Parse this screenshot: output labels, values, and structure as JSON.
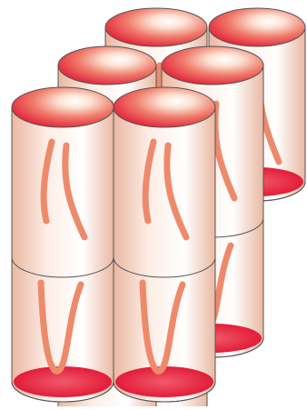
{
  "figure": {
    "subject": "",
    "colors": {
      "body_light": "#fdeee6",
      "body_shade": "#e9b8a2",
      "cap_red": "#e0102f",
      "cap_highlight": "#fbe1d2",
      "strand": "#ee8a6c",
      "outline": "#555555"
    },
    "columns": [
      {
        "id": "back-left",
        "segments": 2,
        "strands": 2
      },
      {
        "id": "back-right",
        "segments": 2,
        "strands": 2
      },
      {
        "id": "middle-left",
        "segments": 2,
        "strands": 2
      },
      {
        "id": "middle-right",
        "segments": 2,
        "strands": 2
      },
      {
        "id": "front-left",
        "segments": 2,
        "strands": 2
      },
      {
        "id": "front-right",
        "segments": 2,
        "strands": 2
      }
    ]
  }
}
